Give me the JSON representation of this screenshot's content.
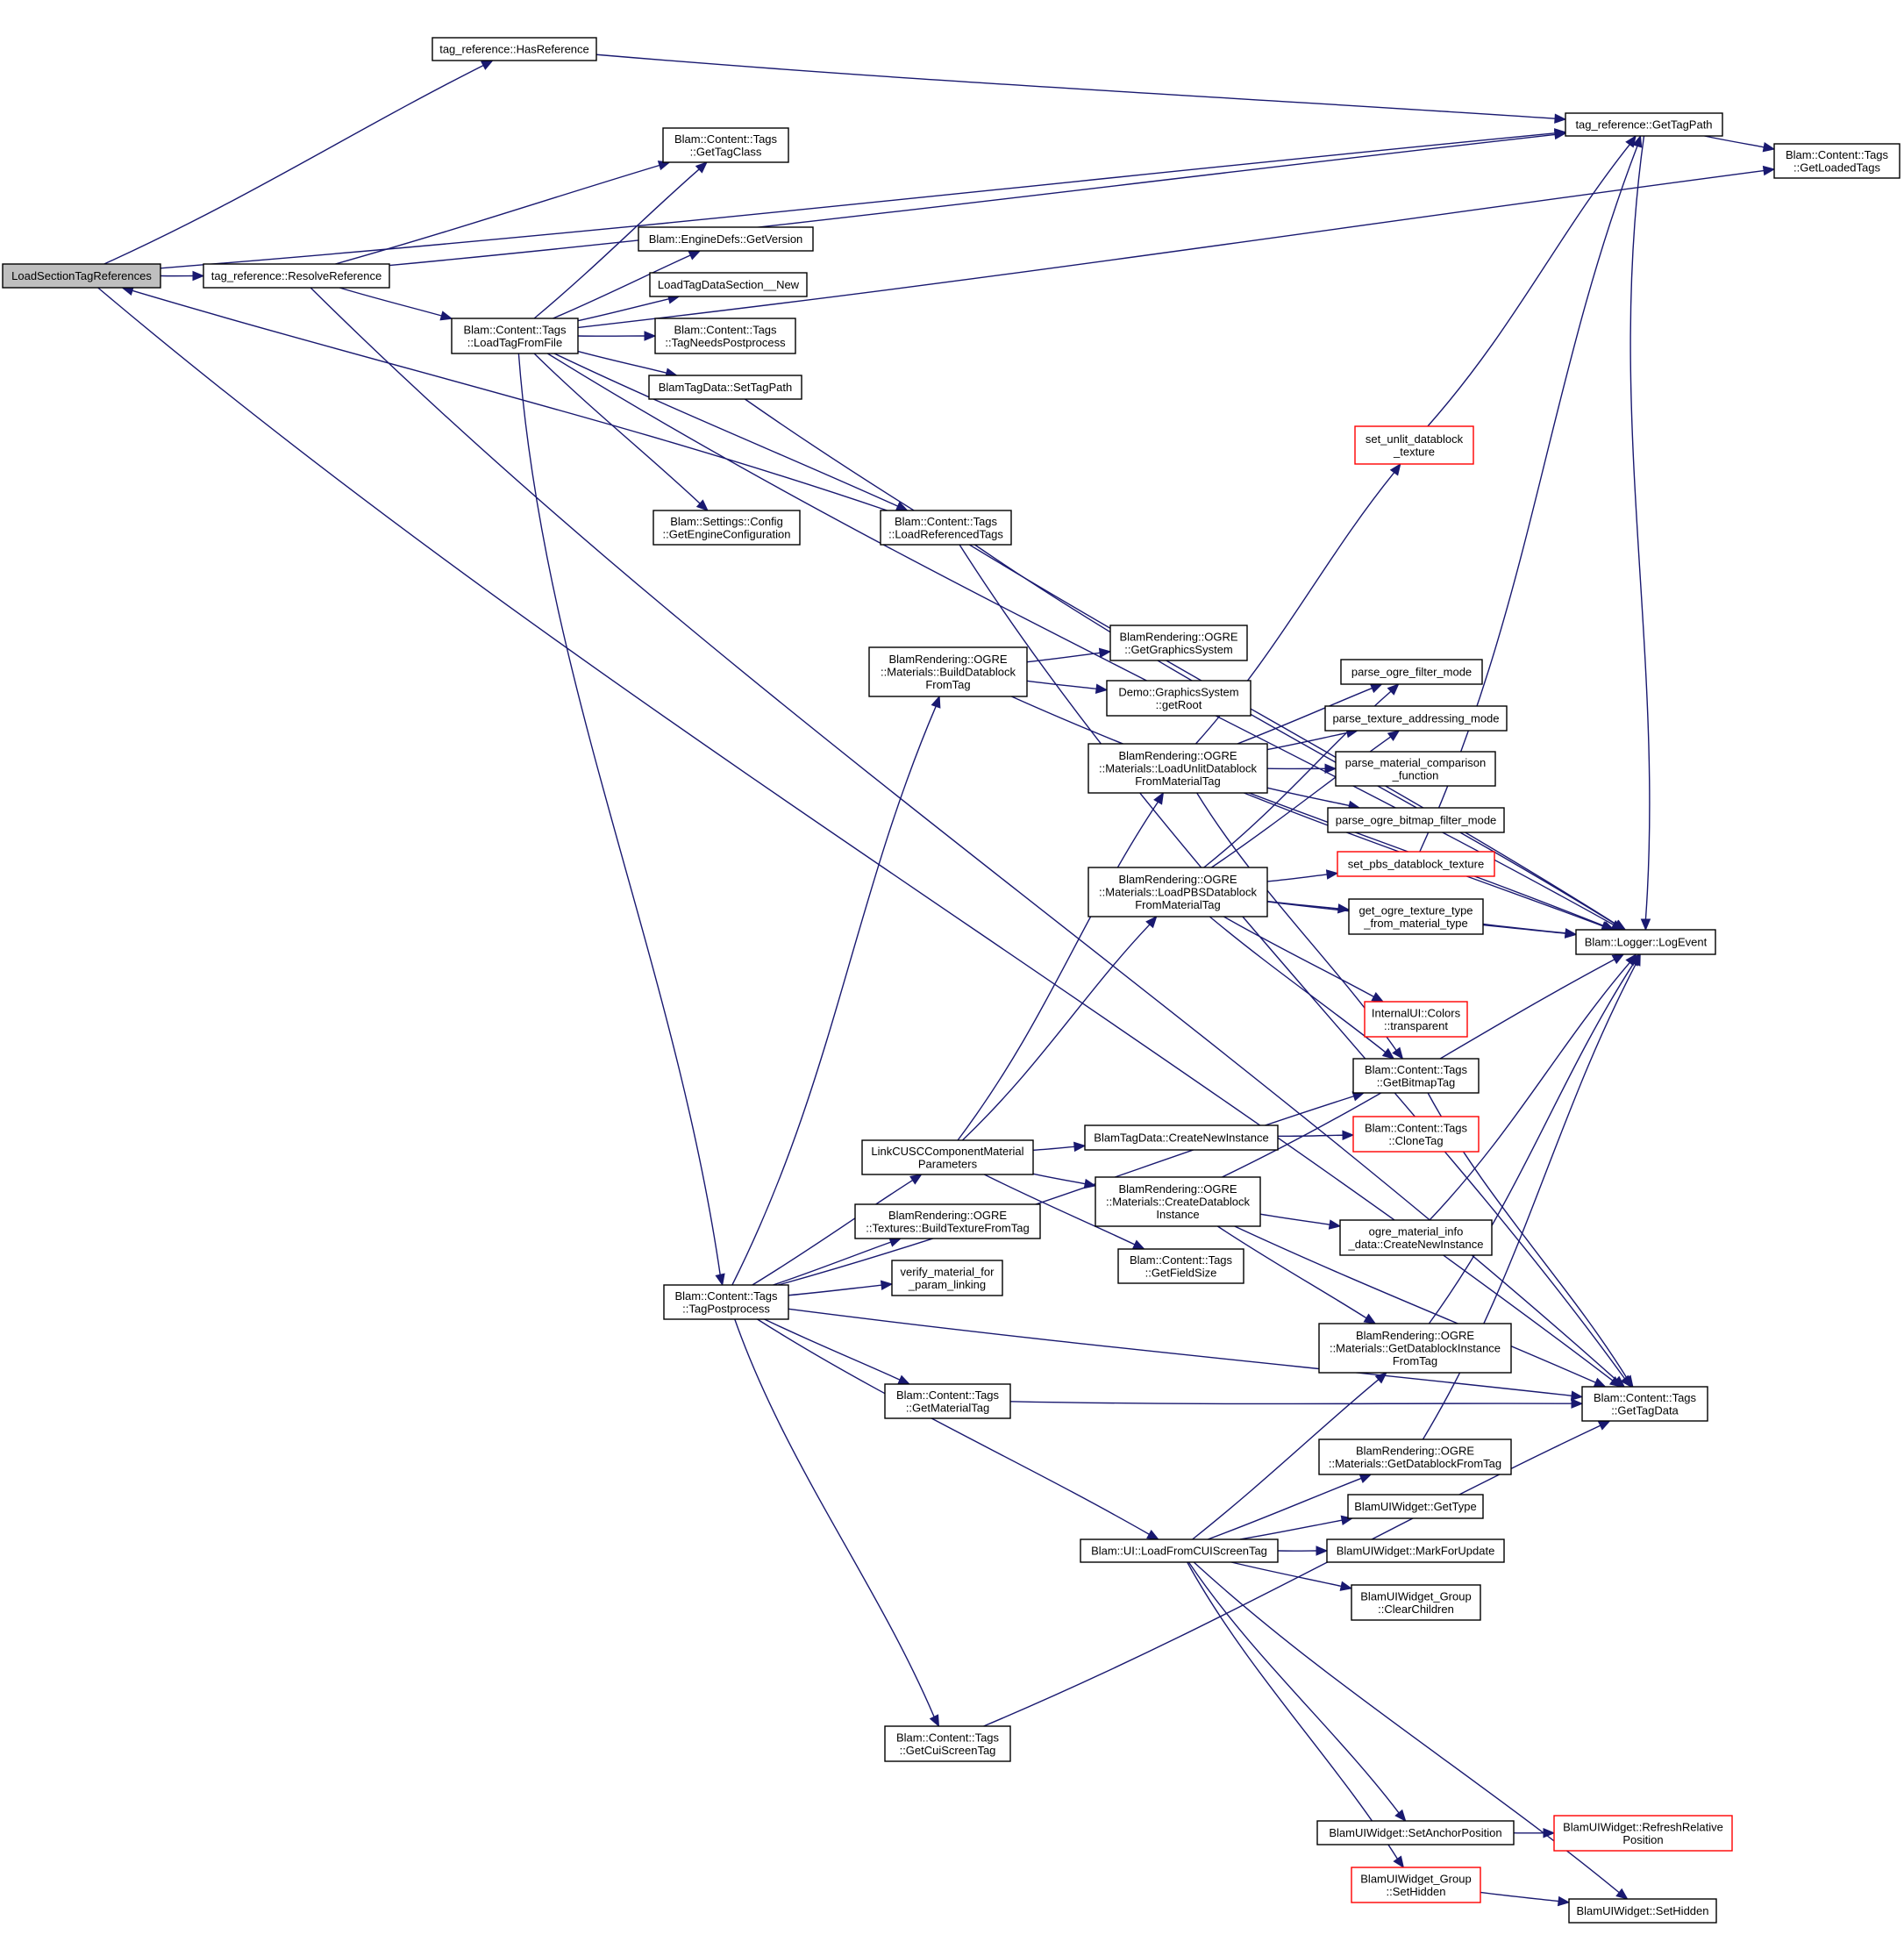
{
  "colors": {
    "edge": "#191970",
    "truncated_border": "#ff0000",
    "root_fill": "#bfbfbf"
  },
  "nodes": {
    "lstr": {
      "lines": [
        "LoadSectionTagReferences"
      ],
      "root": true
    },
    "hasref": {
      "lines": [
        "tag_reference::HasReference"
      ]
    },
    "resolve": {
      "lines": [
        "tag_reference::ResolveReference"
      ]
    },
    "gettagclass": {
      "lines": [
        "Blam::Content::Tags",
        "::GetTagClass"
      ]
    },
    "getversion": {
      "lines": [
        "Blam::EngineDefs::GetVersion"
      ]
    },
    "loadtagdatasection": {
      "lines": [
        "LoadTagDataSection__New"
      ]
    },
    "loadtagfromfile": {
      "lines": [
        "Blam::Content::Tags",
        "::LoadTagFromFile"
      ]
    },
    "tagneedspost": {
      "lines": [
        "Blam::Content::Tags",
        "::TagNeedsPostprocess"
      ]
    },
    "settagpath": {
      "lines": [
        "BlamTagData::SetTagPath"
      ]
    },
    "gettagpath": {
      "lines": [
        "tag_reference::GetTagPath"
      ]
    },
    "getloadedtags": {
      "lines": [
        "Blam::Content::Tags",
        "::GetLoadedTags"
      ]
    },
    "setunlit": {
      "lines": [
        "set_unlit_datablock",
        "_texture"
      ],
      "truncated": true
    },
    "getengineconfig": {
      "lines": [
        "Blam::Settings::Config",
        "::GetEngineConfiguration"
      ]
    },
    "loadreferenced": {
      "lines": [
        "Blam::Content::Tags",
        "::LoadReferencedTags"
      ]
    },
    "builddatablock": {
      "lines": [
        "BlamRendering::OGRE",
        "::Materials::BuildDatablock",
        "FromTag"
      ]
    },
    "getgraphics": {
      "lines": [
        "BlamRendering::OGRE",
        "::GetGraphicsSystem"
      ]
    },
    "getroot": {
      "lines": [
        "Demo::GraphicsSystem",
        "::getRoot"
      ]
    },
    "parsefilter": {
      "lines": [
        "parse_ogre_filter_mode"
      ]
    },
    "parsetexaddr": {
      "lines": [
        "parse_texture_addressing_mode"
      ]
    },
    "loadunlit": {
      "lines": [
        "BlamRendering::OGRE",
        "::Materials::LoadUnlitDatablock",
        "FromMaterialTag"
      ]
    },
    "parsecomp": {
      "lines": [
        "parse_material_comparison",
        "_function"
      ]
    },
    "parsebitmapfilter": {
      "lines": [
        "parse_ogre_bitmap_filter_mode"
      ]
    },
    "setpbs": {
      "lines": [
        "set_pbs_datablock_texture"
      ],
      "truncated": true
    },
    "loadpbs": {
      "lines": [
        "BlamRendering::OGRE",
        "::Materials::LoadPBSDatablock",
        "FromMaterialTag"
      ]
    },
    "getogretextype": {
      "lines": [
        "get_ogre_texture_type",
        "_from_material_type"
      ]
    },
    "logevent": {
      "lines": [
        "Blam::Logger::LogEvent"
      ]
    },
    "transparent": {
      "lines": [
        "InternalUI::Colors",
        "::transparent"
      ],
      "truncated": true
    },
    "getbitmaptag": {
      "lines": [
        "Blam::Content::Tags",
        "::GetBitmapTag"
      ]
    },
    "linkcusc": {
      "lines": [
        "LinkCUSCComponentMaterial",
        "Parameters"
      ]
    },
    "createnewinstance": {
      "lines": [
        "BlamTagData::CreateNewInstance"
      ]
    },
    "clonetag": {
      "lines": [
        "Blam::Content::Tags",
        "::CloneTag"
      ],
      "truncated": true
    },
    "createdatablock": {
      "lines": [
        "BlamRendering::OGRE",
        "::Materials::CreateDatablock",
        "Instance"
      ]
    },
    "buildtexture": {
      "lines": [
        "BlamRendering::OGRE",
        "::Textures::BuildTextureFromTag"
      ]
    },
    "ogrematinfo": {
      "lines": [
        "ogre_material_info",
        "_data::CreateNewInstance"
      ]
    },
    "getfieldsize": {
      "lines": [
        "Blam::Content::Tags",
        "::GetFieldSize"
      ]
    },
    "verifymat": {
      "lines": [
        "verify_material_for",
        "_param_linking"
      ]
    },
    "tagpostprocess": {
      "lines": [
        "Blam::Content::Tags",
        "::TagPostprocess"
      ]
    },
    "getdbinstance": {
      "lines": [
        "BlamRendering::OGRE",
        "::Materials::GetDatablockInstance",
        "FromTag"
      ]
    },
    "getmaterialtag": {
      "lines": [
        "Blam::Content::Tags",
        "::GetMaterialTag"
      ]
    },
    "gettagdata": {
      "lines": [
        "Blam::Content::Tags",
        "::GetTagData"
      ]
    },
    "getdbfromtag": {
      "lines": [
        "BlamRendering::OGRE",
        "::Materials::GetDatablockFromTag"
      ]
    },
    "gettype": {
      "lines": [
        "BlamUIWidget::GetType"
      ]
    },
    "loadfromcui": {
      "lines": [
        "Blam::UI::LoadFromCUIScreenTag"
      ]
    },
    "markforupdate": {
      "lines": [
        "BlamUIWidget::MarkForUpdate"
      ]
    },
    "clearchildren": {
      "lines": [
        "BlamUIWidget_Group",
        "::ClearChildren"
      ]
    },
    "getcuiscreentag": {
      "lines": [
        "Blam::Content::Tags",
        "::GetCuiScreenTag"
      ]
    },
    "setanchor": {
      "lines": [
        "BlamUIWidget::SetAnchorPosition"
      ]
    },
    "refreshrel": {
      "lines": [
        "BlamUIWidget::RefreshRelative",
        "Position"
      ],
      "truncated": true
    },
    "grouphidden": {
      "lines": [
        "BlamUIWidget_Group",
        "::SetHidden"
      ],
      "truncated": true
    },
    "widgethidden": {
      "lines": [
        "BlamUIWidget::SetHidden"
      ]
    }
  },
  "edges": [
    [
      "lstr",
      "hasref"
    ],
    [
      "lstr",
      "resolve"
    ],
    [
      "lstr",
      "gettagpath"
    ],
    [
      "lstr",
      "gettagdata"
    ],
    [
      "hasref",
      "gettagpath"
    ],
    [
      "resolve",
      "gettagclass"
    ],
    [
      "resolve",
      "gettagpath"
    ],
    [
      "resolve",
      "loadtagfromfile"
    ],
    [
      "resolve",
      "gettagdata"
    ],
    [
      "gettagpath",
      "getloadedtags"
    ],
    [
      "gettagpath",
      "logevent"
    ],
    [
      "loadtagfromfile",
      "gettagclass"
    ],
    [
      "loadtagfromfile",
      "getloadedtags"
    ],
    [
      "loadtagfromfile",
      "getversion"
    ],
    [
      "loadtagfromfile",
      "loadtagdatasection"
    ],
    [
      "loadtagfromfile",
      "tagneedspost"
    ],
    [
      "loadtagfromfile",
      "settagpath"
    ],
    [
      "loadtagfromfile",
      "logevent"
    ],
    [
      "loadtagfromfile",
      "getengineconfig"
    ],
    [
      "loadtagfromfile",
      "loadreferenced"
    ],
    [
      "loadtagfromfile",
      "tagpostprocess"
    ],
    [
      "settagpath",
      "logevent"
    ],
    [
      "loadreferenced",
      "lstr"
    ],
    [
      "loadreferenced",
      "logevent"
    ],
    [
      "loadreferenced",
      "gettagdata"
    ],
    [
      "setunlit",
      "gettagpath"
    ],
    [
      "builddatablock",
      "getgraphics"
    ],
    [
      "builddatablock",
      "getroot"
    ],
    [
      "builddatablock",
      "logevent"
    ],
    [
      "loadunlit",
      "setunlit"
    ],
    [
      "loadunlit",
      "parsefilter"
    ],
    [
      "loadunlit",
      "parsetexaddr"
    ],
    [
      "loadunlit",
      "parsecomp"
    ],
    [
      "loadunlit",
      "parsebitmapfilter"
    ],
    [
      "loadunlit",
      "logevent"
    ],
    [
      "loadunlit",
      "getbitmaptag"
    ],
    [
      "loadpbs",
      "parsefilter"
    ],
    [
      "loadpbs",
      "parsetexaddr"
    ],
    [
      "loadpbs",
      "setpbs"
    ],
    [
      "loadpbs",
      "getogretextype"
    ],
    [
      "loadpbs",
      "logevent"
    ],
    [
      "loadpbs",
      "transparent"
    ],
    [
      "loadpbs",
      "getbitmaptag"
    ],
    [
      "setpbs",
      "gettagpath"
    ],
    [
      "getogretextype",
      "logevent"
    ],
    [
      "getbitmaptag",
      "gettagdata"
    ],
    [
      "linkcusc",
      "loadunlit"
    ],
    [
      "linkcusc",
      "loadpbs"
    ],
    [
      "linkcusc",
      "createnewinstance"
    ],
    [
      "linkcusc",
      "createdatablock"
    ],
    [
      "linkcusc",
      "getfieldsize"
    ],
    [
      "createnewinstance",
      "clonetag"
    ],
    [
      "createdatablock",
      "logevent"
    ],
    [
      "createdatablock",
      "ogrematinfo"
    ],
    [
      "createdatablock",
      "getdbinstance"
    ],
    [
      "createdatablock",
      "gettagdata"
    ],
    [
      "ogrematinfo",
      "logevent"
    ],
    [
      "getdbinstance",
      "logevent"
    ],
    [
      "getdbfromtag",
      "logevent"
    ],
    [
      "tagpostprocess",
      "builddatablock"
    ],
    [
      "tagpostprocess",
      "linkcusc"
    ],
    [
      "tagpostprocess",
      "buildtexture"
    ],
    [
      "tagpostprocess",
      "verifymat"
    ],
    [
      "tagpostprocess",
      "getbitmaptag"
    ],
    [
      "tagpostprocess",
      "getmaterialtag"
    ],
    [
      "tagpostprocess",
      "loadfromcui"
    ],
    [
      "tagpostprocess",
      "gettagdata"
    ],
    [
      "tagpostprocess",
      "getcuiscreentag"
    ],
    [
      "getmaterialtag",
      "gettagdata"
    ],
    [
      "loadfromcui",
      "getdbinstance"
    ],
    [
      "loadfromcui",
      "getdbfromtag"
    ],
    [
      "loadfromcui",
      "gettype"
    ],
    [
      "loadfromcui",
      "markforupdate"
    ],
    [
      "loadfromcui",
      "clearchildren"
    ],
    [
      "loadfromcui",
      "setanchor"
    ],
    [
      "loadfromcui",
      "grouphidden"
    ],
    [
      "loadfromcui",
      "widgethidden"
    ],
    [
      "getcuiscreentag",
      "gettagdata"
    ],
    [
      "setanchor",
      "refreshrel"
    ],
    [
      "grouphidden",
      "widgethidden"
    ]
  ]
}
